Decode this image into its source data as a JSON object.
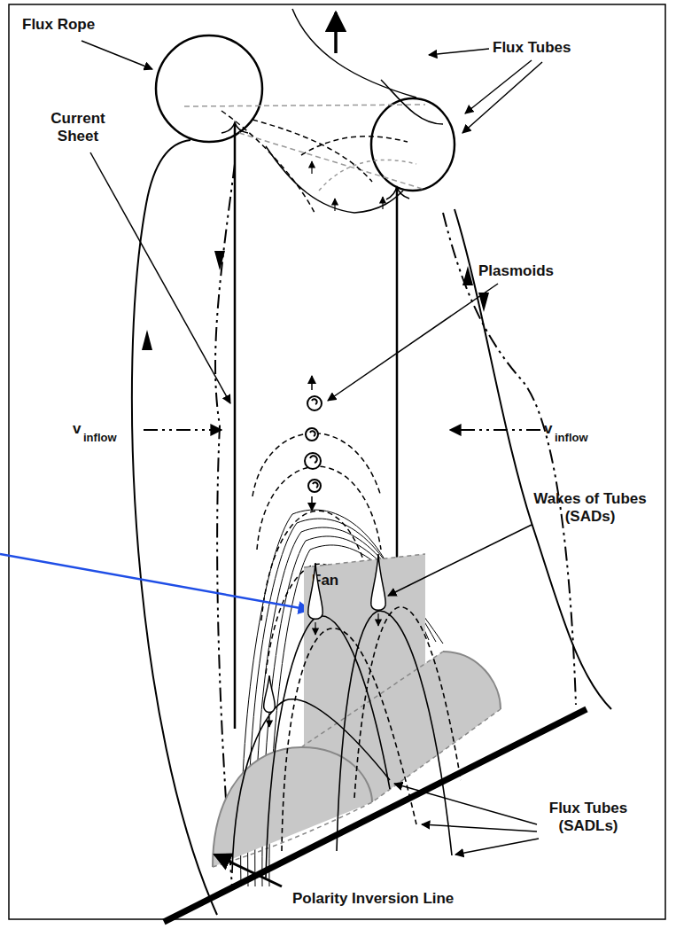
{
  "diagram": {
    "nodes": [
      {
        "text": [
          "Fan"
        ]
      }
    ],
    "edges": [],
    "labels": [
      "Flux Rope",
      "Flux Tubes",
      "Current Sheet",
      "Plasmoids",
      "v",
      "inflow",
      "v",
      "inflow",
      "Wakes of Tubes (SADs)",
      "Flux Tubes (SADLs)",
      "Polarity Inversion Line"
    ]
  }
}
